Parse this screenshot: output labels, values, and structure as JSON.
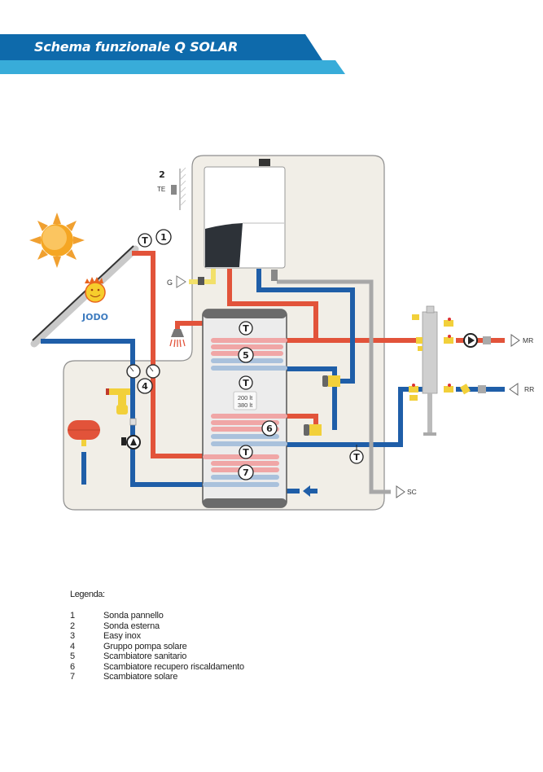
{
  "header": {
    "title": "Schema funzionale Q SOLAR",
    "colors": {
      "dark_band": "#0e6aab",
      "light_band": "#38acd9"
    }
  },
  "diagram": {
    "colors": {
      "hot_pipe": "#e2533a",
      "cold_pipe": "#1f5ea8",
      "gray_pipe": "#a8a8a8",
      "gas_pipe": "#f2e06a",
      "cabinet": "#f1eee7",
      "tank_body": "#ececec",
      "tank_cap": "#6b6b6b",
      "coil_hot": "#f0a6a6",
      "coil_cold": "#a9c1dc"
    },
    "labels": {
      "te_number": "2",
      "te": "TE",
      "gas": "G",
      "mr": "MR",
      "rr": "RR",
      "sc": "SC",
      "brand": "JODO",
      "tank_capacity_1": "200 lt",
      "tank_capacity_2": "380 lt",
      "sensor": "T"
    },
    "markers": [
      "1",
      "4",
      "5",
      "6",
      "7"
    ],
    "icons": [
      "sun-icon",
      "jodo-mascot-icon",
      "solar-panel-icon",
      "boiler-icon",
      "tank-icon",
      "shower-icon",
      "pump-icon",
      "expansion-vessel-icon",
      "hydraulic-separator-icon",
      "valve-icon",
      "gauge-icon",
      "external-sensor-icon",
      "arrow-left-icon"
    ]
  },
  "legend": {
    "title": "Legenda:",
    "items": [
      {
        "num": "1",
        "text": "Sonda pannello"
      },
      {
        "num": "2",
        "text": "Sonda esterna"
      },
      {
        "num": "3",
        "text": "Easy inox"
      },
      {
        "num": "4",
        "text": "Gruppo pompa solare"
      },
      {
        "num": "5",
        "text": "Scambiatore sanitario"
      },
      {
        "num": "6",
        "text": "Scambiatore recupero riscaldamento"
      },
      {
        "num": "7",
        "text": "Scambiatore solare"
      }
    ]
  }
}
